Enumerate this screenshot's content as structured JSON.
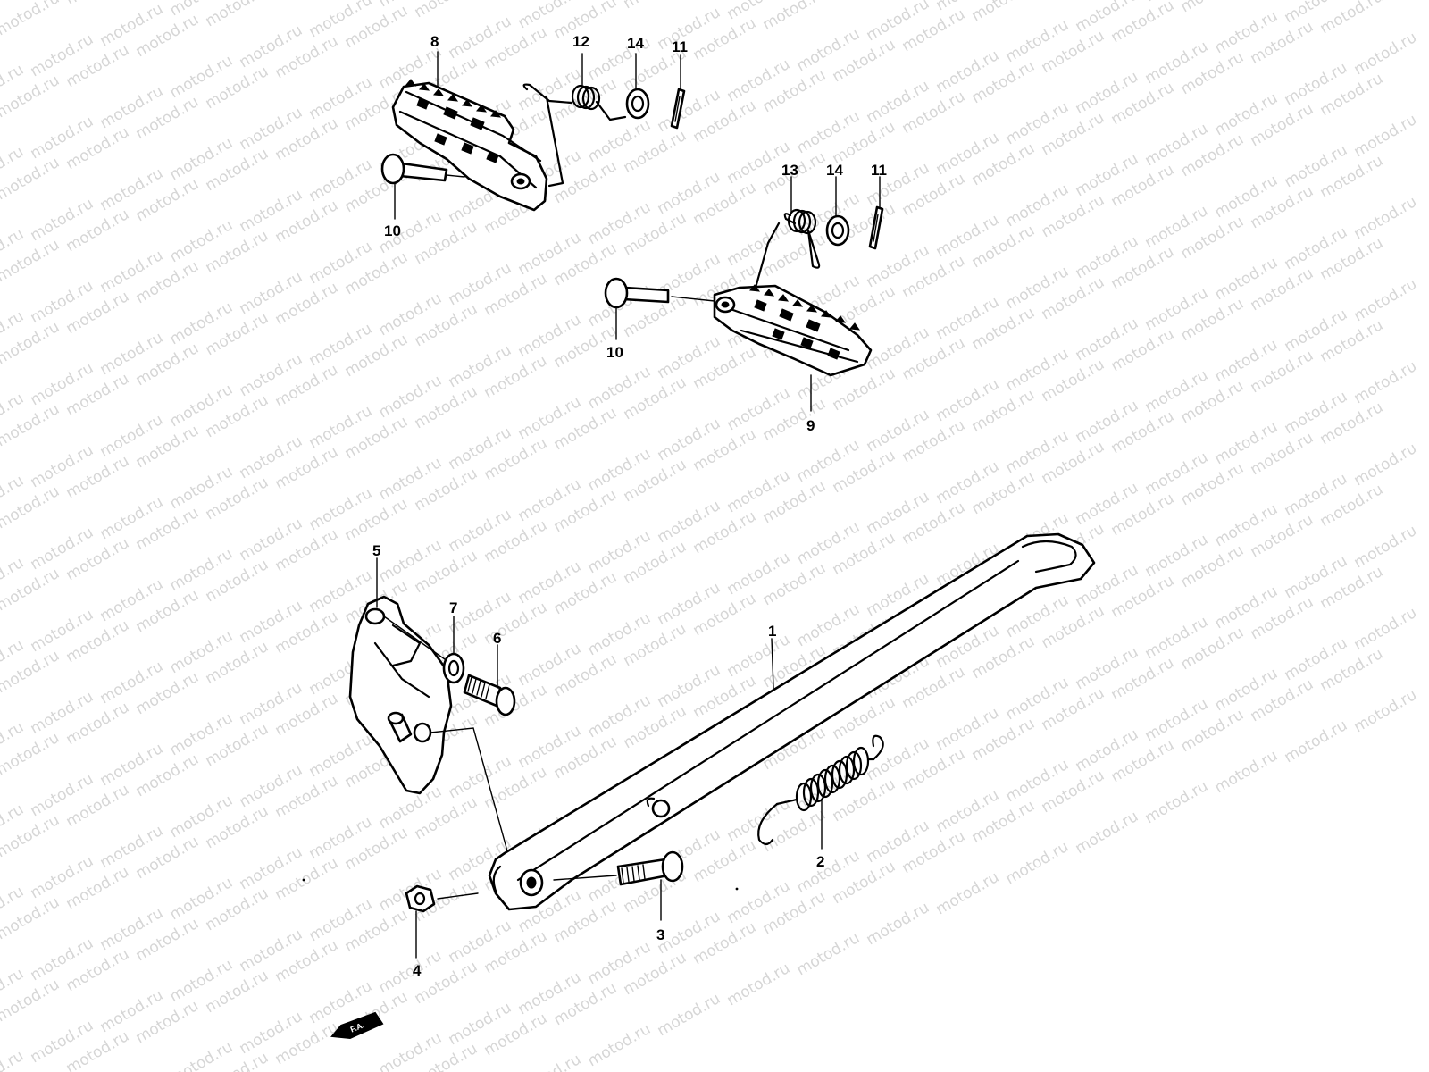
{
  "watermark": {
    "text": "motod.ru",
    "color": "#d6d6d6"
  },
  "diagram": {
    "callouts": {
      "c1": "1",
      "c2": "2",
      "c3": "3",
      "c4": "4",
      "c5": "5",
      "c6": "6",
      "c7": "7",
      "c8": "8",
      "c9": "9",
      "c10a": "10",
      "c10b": "10",
      "c11a": "11",
      "c11b": "11",
      "c12": "12",
      "c13": "13",
      "c14a": "14",
      "c14b": "14"
    },
    "direction_badge": "F.A."
  }
}
